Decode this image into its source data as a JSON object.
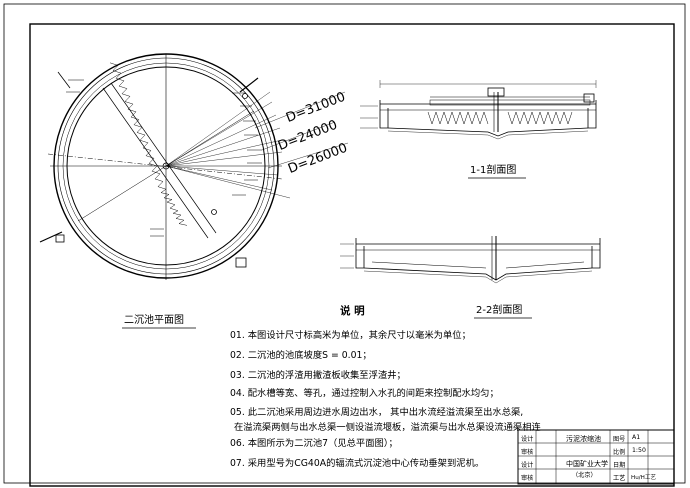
{
  "diameters": {
    "d1": "D=31000",
    "d2": "D=24000",
    "d3": "D=26000"
  },
  "titles": {
    "plan": "二沉池平面图",
    "section1": "1-1剖面图",
    "section2": "2-2剖面图"
  },
  "notes": {
    "heading": "说  明",
    "items": [
      "01. 本图设计尺寸标高米为单位，其余尺寸以毫米为单位；",
      "02. 二沉池的池底坡度S = 0.01；",
      "03. 二沉池的浮渣用撇渣板收集至浮渣井；",
      "04. 配水槽等宽、等孔，通过控制入水孔的间距来控制配水均匀；",
      "05. 此二沉池采用周边进水周边出水， 其中出水流经溢流渠至出水总渠,",
      "    在溢流渠两侧与出水总渠一侧设溢流堰板，溢流渠与出水总渠设流通渠相连",
      "06. 本图所示为二沉池7（见总平面图）；",
      "07. 采用型号为CG40A的辐流式沉淀池中心传动垂架到泥机。"
    ]
  },
  "title_block": {
    "design": "设计",
    "check": "审核",
    "draft": "设计",
    "approve": "审核",
    "drawing_name": "污泥浓缩池",
    "org_line1": "中国矿业大学",
    "org_line2": "（北京）",
    "drawing_no_label": "图号",
    "drawing_no": "A1",
    "scale_label": "比例",
    "scale": "1:50",
    "date_label": "日期",
    "major_label": "工艺",
    "major": "Hu/H工艺"
  }
}
